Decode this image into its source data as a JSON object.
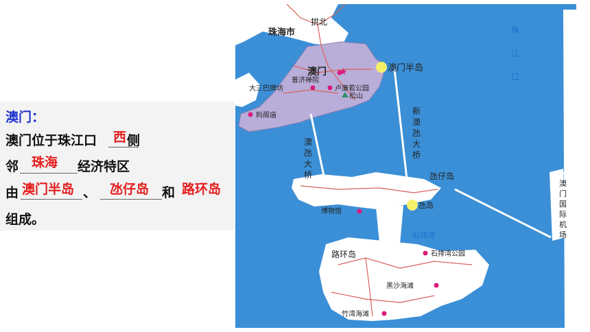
{
  "question": {
    "heading": "澳门：",
    "line1_prefix": "澳门位于珠江口",
    "line1_suffix": "侧",
    "line2_prefix": "邻",
    "line2_suffix": "经济特区",
    "line3_prefix": "由",
    "line3_sep": "、",
    "line3_and": "和",
    "line4": "组成。"
  },
  "answers": {
    "side": "西",
    "neighbor": "珠海",
    "part1": "澳门半岛",
    "part2": "氹仔岛",
    "part3": "路环岛"
  },
  "map": {
    "gongbei": "拱北",
    "zhuhai_city": "珠海市",
    "pearl_river_mouth": [
      "珠",
      "江",
      "口"
    ],
    "macau": "澳门",
    "macau_peninsula": "澳门半岛",
    "puji_temple": "普济禅院",
    "ruins_st_paul": "大三巴牌坊",
    "lou_lim_ioc": "卢廉若公园",
    "guia_hill": "松山",
    "ama_temple": "妈阁庙",
    "new_bridge": [
      "新",
      "澳",
      "氹",
      "大",
      "桥"
    ],
    "old_bridge": [
      "澳",
      "氹",
      "大",
      "桥"
    ],
    "taipa": "氹仔岛",
    "taipa_village": "氹岛",
    "museum": "博物馆",
    "airport": [
      "澳",
      "门",
      "国",
      "际",
      "机",
      "场"
    ],
    "cheoc_van_bay": "石排湾",
    "coloane": "路环岛",
    "seac_pai_van_park": "石排湾公园",
    "hac_sa_beach": "黑沙海滩",
    "cheoc_van_beach": "竹湾海滩"
  },
  "colors": {
    "sea": "#3b8fd6",
    "land": "#ffffff",
    "peninsula": "#b9aed9",
    "road": "#d9605a",
    "heading": "#1f33cc",
    "answer": "#e41d1d",
    "poi": "#d81b7a",
    "peak": "#2f8f6a",
    "highlight": "#f5f06a",
    "water_label": "#1f6fd0"
  }
}
